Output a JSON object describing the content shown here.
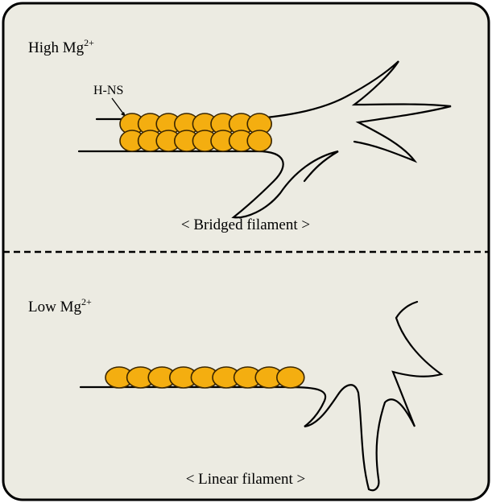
{
  "colors": {
    "panel_background": "#ecebe2",
    "outline": "#000000",
    "bead_fill": "#f4ae10",
    "bead_stroke": "#3a2600"
  },
  "top_panel": {
    "condition_prefix": "High Mg",
    "condition_superscript": "2+",
    "protein_label": "H-NS",
    "caption": "< Bridged filament >"
  },
  "bottom_panel": {
    "condition_prefix": "Low Mg",
    "condition_superscript": "2+",
    "caption": "< Linear filament >"
  },
  "beads": {
    "top_row_count": 8,
    "bottom_row_count": 8,
    "linear_count": 9
  }
}
